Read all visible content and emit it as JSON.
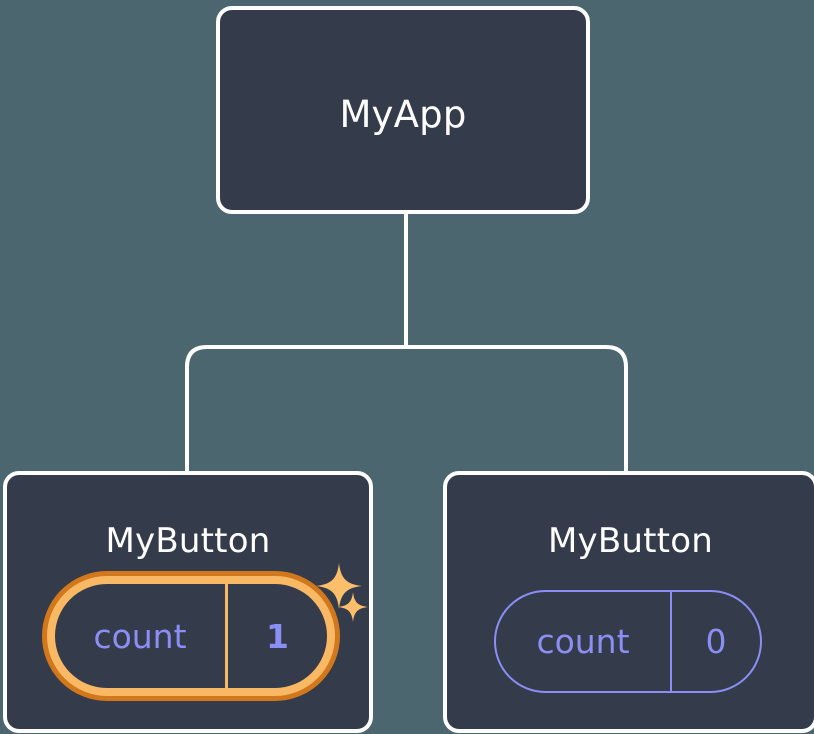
{
  "diagram": {
    "type": "component-tree",
    "description": "React component tree with MyApp parent and two MyButton children, each holding independent count state",
    "background_color": "#4c6670",
    "node_fill_color": "#343b4a",
    "node_border_color": "#ffffff",
    "connector_color": "#ffffff",
    "state_text_color": "#8b8ff5",
    "highlight_outer_color": "#d1781c",
    "highlight_inner_color": "#f9b863",
    "sparkle_color": "#fbbf6b"
  },
  "root": {
    "title": "MyApp"
  },
  "children": [
    {
      "title": "MyButton",
      "state": {
        "name": "count",
        "value": "1"
      },
      "highlighted": true
    },
    {
      "title": "MyButton",
      "state": {
        "name": "count",
        "value": "0"
      },
      "highlighted": false
    }
  ]
}
